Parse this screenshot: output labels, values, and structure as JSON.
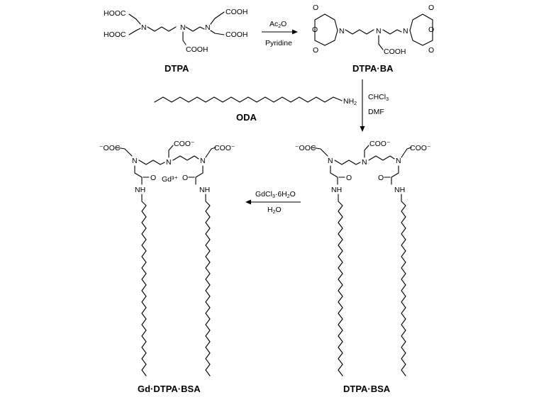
{
  "compounds": {
    "dtpa": "DTPA",
    "dtpa_ba": "DTPA·BA",
    "oda": "ODA",
    "dtpa_bsa": "DTPA·BSA",
    "gd_dtpa_bsa": "Gd·DTPA·BSA"
  },
  "groups": {
    "hooc": "HOOC",
    "cooh": "COOH",
    "n": "N",
    "o": "O",
    "nh": "NH",
    "nh2_main": "NH",
    "nh2_sub": "2",
    "coo_minus": "COO⁻",
    "minus_ooc": "⁻OOC",
    "gd3": "Gd³⁺"
  },
  "reactions": {
    "step1": {
      "reagent_main": "Ac",
      "reagent_sub": "2",
      "reagent_tail": "O",
      "solvent": "Pyridine"
    },
    "step2": {
      "reagent_main": "CHCl",
      "reagent_sub": "3",
      "solvent": "DMF"
    },
    "step3": {
      "reagent_main": "GdCl",
      "reagent_sub": "3",
      "reagent_tail": "·6H",
      "reagent_sub2": "2",
      "reagent_tail2": "O",
      "solvent_main": "H",
      "solvent_sub": "2",
      "solvent_tail": "O"
    }
  }
}
